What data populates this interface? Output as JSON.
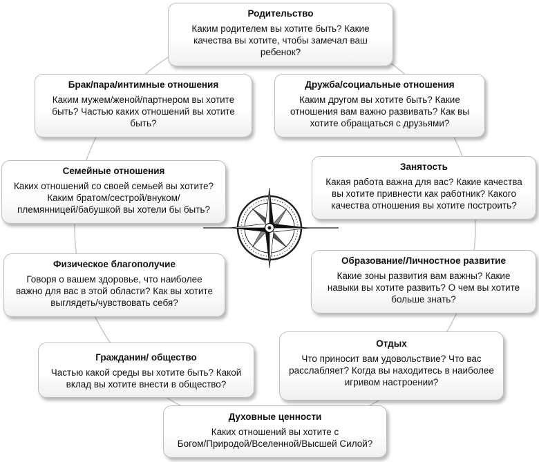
{
  "boxes": [
    {
      "title": "Родительство",
      "lines": [
        "Каким родителем вы хотите быть? Какие",
        "качества вы хотите, чтобы замечал ваш",
        "ребенок?"
      ]
    },
    {
      "title": "Брак/пара/интимные отношения",
      "lines": [
        "Каким мужем/женой/партнером вы хотите",
        "быть? Частью каких отношений вы хотите",
        "быть?"
      ]
    },
    {
      "title": "Дружба/социальные отношения",
      "lines": [
        "Каким другом вы хотите быть? Какие",
        "отношения вам важно развивать? Как вы",
        "хотите обращаться с друзьями?"
      ]
    },
    {
      "title": "Семейные отношения",
      "lines": [
        "Каких отношений со своей семьей вы хотите?",
        "Каким братом/сестрой/внуком/",
        "племянницей/бабушкой вы хотели бы быть?"
      ]
    },
    {
      "title": "Занятость",
      "lines": [
        "Какая работа важна для вас? Какие качества",
        "вы хотите привнести как работник? Какого",
        "качества отношения вы хотите построить?"
      ]
    },
    {
      "title": "Физическое благополучие",
      "lines": [
        "Говоря о вашем здоровье, что наиболее",
        "важно для вас в этой области? Как вы хотите",
        "выглядеть/чувствовать себя?"
      ]
    },
    {
      "title": "Образование/Личностное развитие",
      "lines": [
        "Какие зоны развития вам важны? Какие",
        "навыки вы хотите развить? О чем вы хотите",
        "больше знать?"
      ]
    },
    {
      "title": "Отдых",
      "lines": [
        "Что приносит вам удовольствие? Что вас",
        "расслабляет? Когда вы находитесь в наиболее",
        "игривом настроении?"
      ]
    },
    {
      "title": "Гражданин/ общество",
      "lines": [
        "Частью какой среды вы хотите быть? Какой",
        "вклад вы хотите внести в общество?"
      ]
    },
    {
      "title": "Духовные ценности",
      "lines": [
        "Каких отношений вы хотите с",
        "Богом/Природой/Вселенной/Высшей Силой?"
      ]
    }
  ]
}
